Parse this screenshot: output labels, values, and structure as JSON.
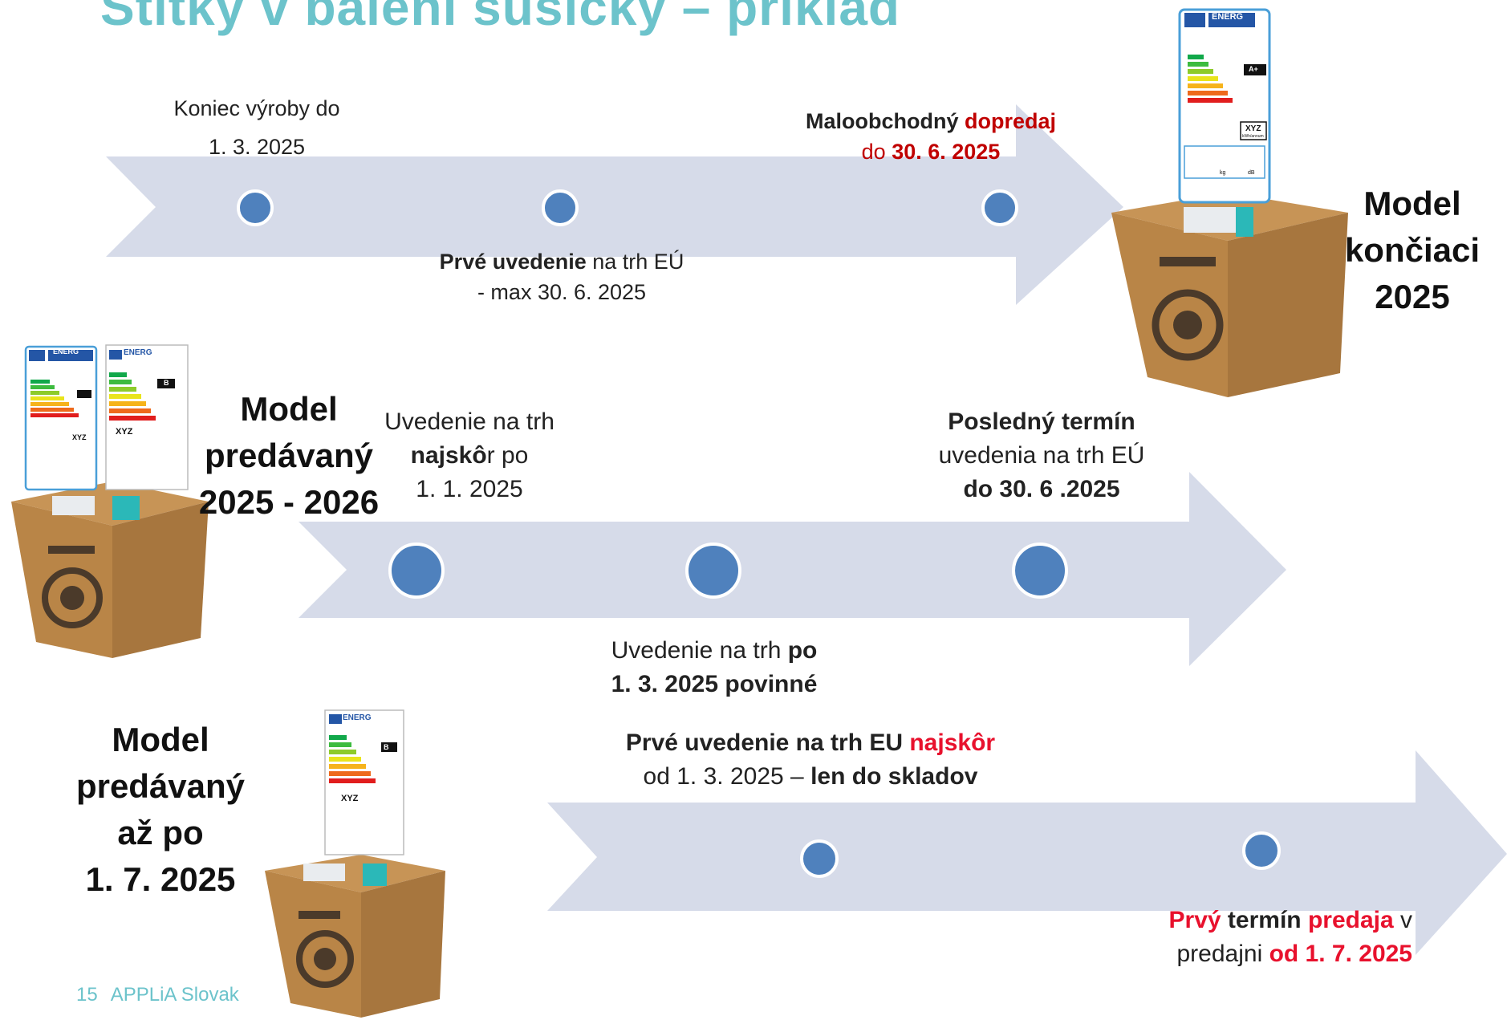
{
  "title": "Štítky v balení sušičky – príklad",
  "row1": {
    "end_production_line1": "Koniec výroby do",
    "end_production_line2": "1. 3. 2025",
    "first_market_bold": "Prvé uvedenie",
    "first_market_rest": " na trh EÚ",
    "first_market_line2": "- max 30. 6. 2025",
    "retail_bold": "Maloobchodný ",
    "retail_red": "dopredaj",
    "retail_do": "do ",
    "retail_date": "30. 6. 2025",
    "model_line1": "Model",
    "model_line2": "končiaci",
    "model_line3": "2025"
  },
  "row2": {
    "model_line1": "Model",
    "model_line2": "predávaný",
    "model_line3": "2025 - 2026",
    "market_line1": "Uvedenie na trh",
    "market_bold": "najskô",
    "market_r": "r po",
    "market_line3": "1. 1. 2025",
    "last_term_bold": "Posledný termín",
    "last_term_line2": "uvedenia na trh EÚ",
    "last_term_line3": "do 30. 6 .2025",
    "mandatory_line1_pre": "Uvedenie na trh ",
    "mandatory_line1_bold": "po",
    "mandatory_line2": "1. 3. 2025 povinné"
  },
  "row3": {
    "model_line1": "Model",
    "model_line2": "predávaný",
    "model_line3": "až po",
    "model_line4": "1. 7. 2025",
    "first_eu_bold": "Prvé uvedenie na trh EU ",
    "first_eu_red": "najskôr",
    "first_eu_line2_pre": "od 1. 3. 2025 – ",
    "first_eu_line2_bold": "len do skladov",
    "sale_red1": "Prvý",
    "sale_bold": " termín ",
    "sale_red2": "predaja",
    "sale_v": " v",
    "sale_line2_pre": "predajni ",
    "sale_line2_red": "od 1. 7. 2025"
  },
  "labels": {
    "energy_word": "ENERG",
    "energy_value": "XYZ",
    "energy_unit": "kWh/annum",
    "class_a_plus": "A+",
    "class_b": "B",
    "unit_kg": "kg",
    "unit_db": "dB"
  },
  "footer": {
    "page_number": "15",
    "organization": "APPLiA Slovak"
  },
  "colors": {
    "arrow": "#d6dbe9",
    "dot": "#4f81bd",
    "title": "#6cc3cb",
    "red": "#c00000",
    "box": "#c8955c"
  }
}
